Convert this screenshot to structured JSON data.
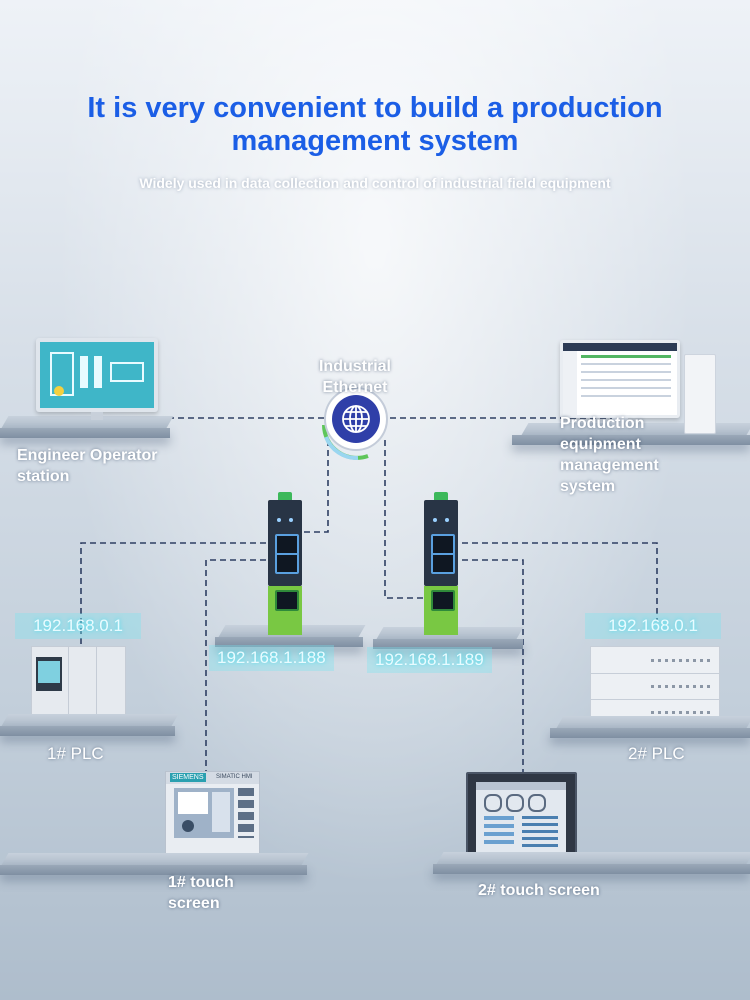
{
  "header": {
    "title_line1": "It is very convenient to build a production",
    "title_line2": "management system",
    "subtitle": "Widely used in data collection and control of industrial field equipment"
  },
  "network": {
    "label_line1": "Industrial",
    "label_line2": "Ethernet"
  },
  "nodes": {
    "engineer_station": {
      "line1": "Engineer Operator",
      "line2": "station"
    },
    "production_system": {
      "line1": "Production",
      "line2": "equipment",
      "line3": "management",
      "line4": "system"
    },
    "plc1": {
      "label": "1# PLC",
      "ip": "192.168.0.1"
    },
    "plc2": {
      "label": "2# PLC",
      "ip": "192.168.0.1"
    },
    "switch1": {
      "ip": "192.168.1.188"
    },
    "switch2": {
      "ip": "192.168.1.189"
    },
    "touch1": {
      "line1": "1# touch",
      "line2": "screen",
      "brand": "SIEMENS",
      "model": "SIMATIC HMI"
    },
    "touch2": {
      "label": "2# touch screen"
    }
  },
  "colors": {
    "title": "#1b5ee6",
    "switch_accent": "#79c843",
    "globe": "#2f3fa8",
    "ip_glow": "#40e0f0"
  }
}
